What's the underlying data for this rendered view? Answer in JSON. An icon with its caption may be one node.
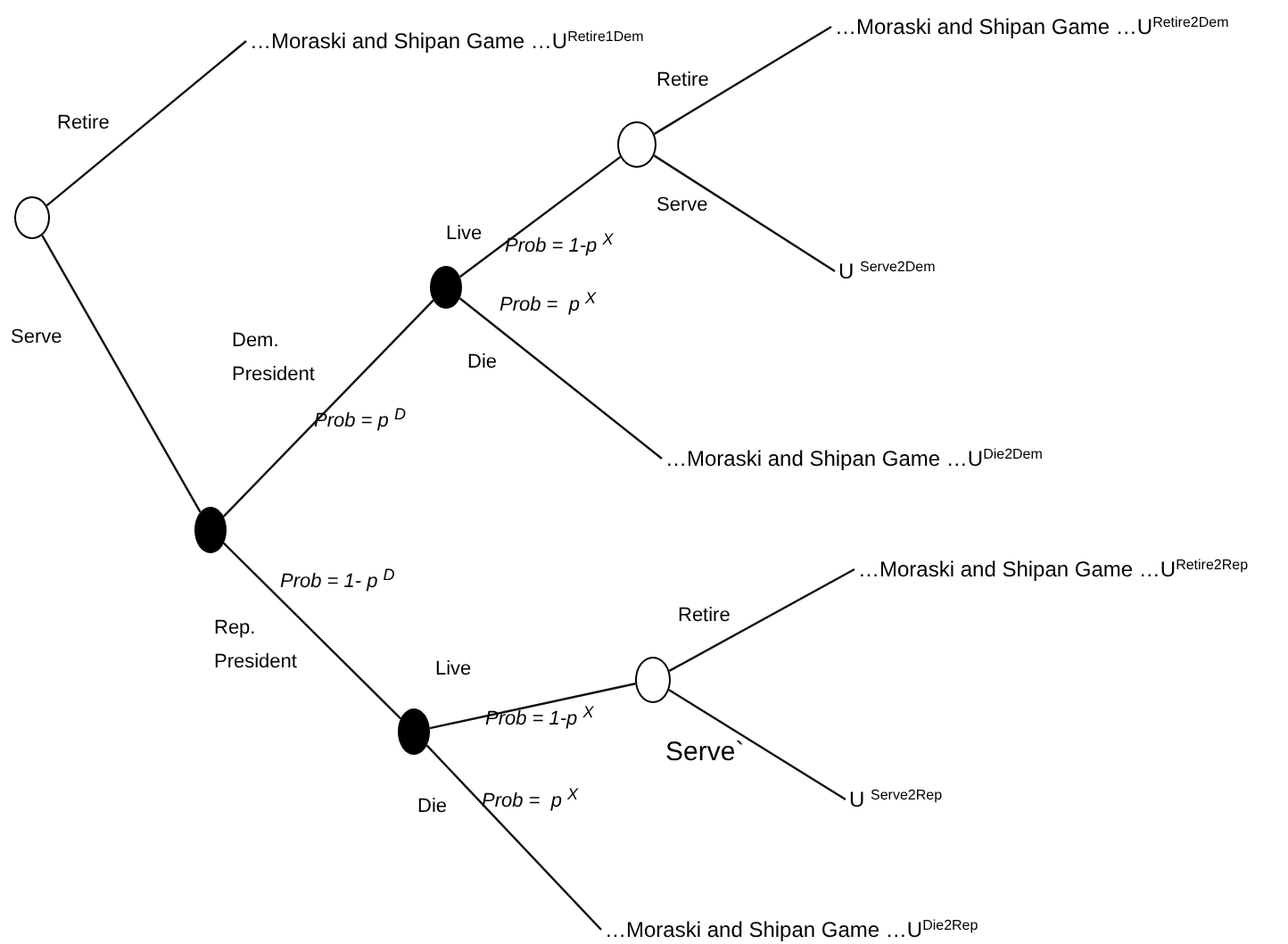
{
  "diagram": {
    "nodes": [
      {
        "text": [],
        "shape": "circle"
      },
      {
        "text": [
          "…Moraski and Shipan Game …U$^{Retire1Dem}$"
        ]
      },
      {
        "text": [],
        "shape": "dot"
      },
      {
        "text": [],
        "shape": "dot"
      },
      {
        "text": [],
        "shape": "circle"
      },
      {
        "text": [
          "…Moraski and Shipan Game …U$^{Retire2Dem}$"
        ]
      },
      {
        "text": [
          "U $^{Serve2Dem}$"
        ]
      },
      {
        "text": [
          "…Moraski and Shipan Game …U$^{Die2Dem}$"
        ]
      },
      {
        "text": [],
        "shape": "dot"
      },
      {
        "text": [],
        "shape": "circle"
      },
      {
        "text": [
          "…Moraski and Shipan Game …U$^{Retire2Rep}$"
        ]
      },
      {
        "text": [
          "U $^{Serve2Rep}$"
        ]
      },
      {
        "text": [
          "…Moraski and Shipan Game …U$^{Die2Rep}$"
        ]
      }
    ],
    "edges": [
      {
        "from": 0,
        "to": 1,
        "arrow": "none",
        "label": "Retire"
      },
      {
        "from": 0,
        "to": 2,
        "arrow": "none",
        "label": "Serve"
      },
      {
        "from": 2,
        "to": 3,
        "arrow": "none",
        "label": "Dem. President"
      },
      {
        "from": 2,
        "to": 8,
        "arrow": "none",
        "label": "Rep. President"
      },
      {
        "from": 3,
        "to": 4,
        "arrow": "none",
        "label": "Live"
      },
      {
        "from": 3,
        "to": 7,
        "arrow": "none",
        "label": "Die"
      },
      {
        "from": 4,
        "to": 5,
        "arrow": "none",
        "label": "Retire"
      },
      {
        "from": 4,
        "to": 6,
        "arrow": "none",
        "label": "Serve"
      },
      {
        "from": 8,
        "to": 9,
        "arrow": "none",
        "label": "Live"
      },
      {
        "from": 8,
        "to": 12,
        "arrow": "none",
        "label": "Die"
      },
      {
        "from": 9,
        "to": 10,
        "arrow": "none",
        "label": "Retire"
      },
      {
        "from": 9,
        "to": 11,
        "arrow": "none",
        "label": "Serve`"
      }
    ],
    "labels": [
      "Prob = 1-p $^{X}$",
      "Prob =  p $^{X}$",
      "Prob = p $^{D}$",
      "Prob = 1- p $^{D}$",
      "Prob = 1-p $^{X}$",
      "Prob =  p $^{X}$"
    ]
  }
}
